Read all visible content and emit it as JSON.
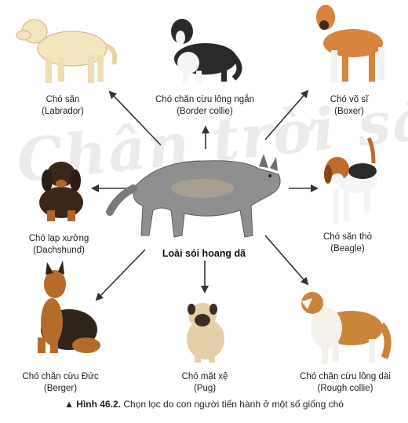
{
  "watermark": "Chân trời sáng",
  "center": {
    "label": "Loài sói hoang dã"
  },
  "breeds": [
    {
      "id": "labrador",
      "line1": "Chó săn",
      "line2": "(Labrador)"
    },
    {
      "id": "border-collie",
      "line1": "Chó chăn cừu lông ngắn",
      "line2": "(Border collie)"
    },
    {
      "id": "boxer",
      "line1": "Chó võ sĩ",
      "line2": "(Boxer)"
    },
    {
      "id": "dachshund",
      "line1": "Chó lạp xưởng",
      "line2": "(Dachshund)"
    },
    {
      "id": "beagle",
      "line1": "Chó săn thỏ",
      "line2": "(Beagle)"
    },
    {
      "id": "berger",
      "line1": "Chó chăn cừu Đức",
      "line2": "(Berger)"
    },
    {
      "id": "pug",
      "line1": "Chó mặt xệ",
      "line2": "(Pug)"
    },
    {
      "id": "rough-collie",
      "line1": "Chó chăn cừu lông dài",
      "line2": "(Rough collie)"
    }
  ],
  "caption": {
    "marker": "▲",
    "figure": "Hình 46.2.",
    "text": " Chọn lọc do con người tiến hành ở một số giống chó"
  },
  "colors": {
    "arrow": "#333333",
    "watermark": "#ebebeb"
  }
}
